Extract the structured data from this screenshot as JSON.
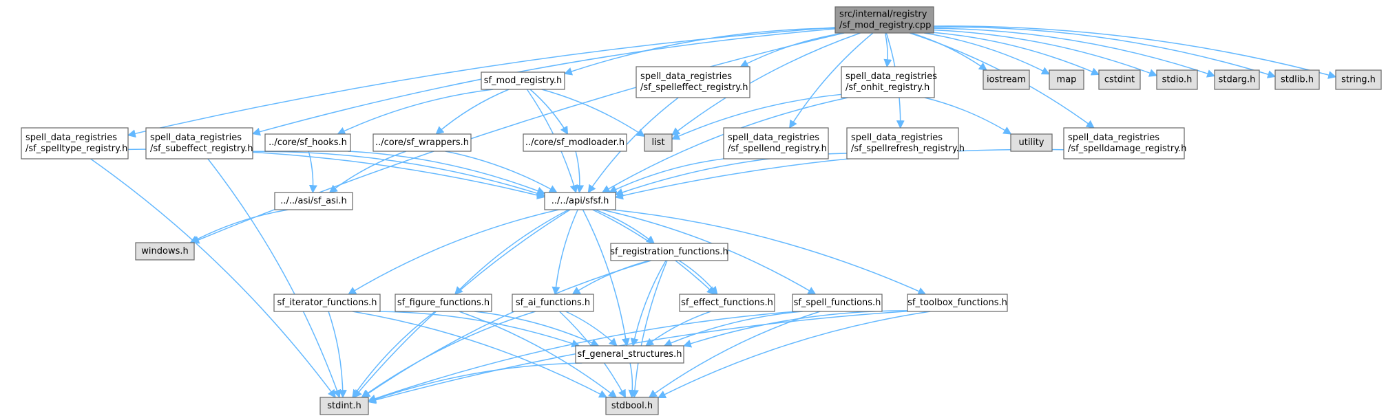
{
  "colors": {
    "edge": "#63b8ff",
    "node_fill": "#ffffff",
    "node_stroke": "#666666",
    "external_fill": "#e0e0e0",
    "external_stroke": "#999999",
    "root_fill": "#999999",
    "root_stroke": "#666666",
    "text": "#000000"
  },
  "nodes": [
    {
      "id": "root",
      "kind": "root",
      "lines": [
        "src/internal/registry",
        "/sf_mod_registry.cpp"
      ]
    },
    {
      "id": "iostream",
      "kind": "external",
      "lines": [
        "iostream"
      ]
    },
    {
      "id": "map",
      "kind": "external",
      "lines": [
        "map"
      ]
    },
    {
      "id": "cstdint",
      "kind": "external",
      "lines": [
        "cstdint"
      ]
    },
    {
      "id": "stdio",
      "kind": "external",
      "lines": [
        "stdio.h"
      ]
    },
    {
      "id": "stdarg",
      "kind": "external",
      "lines": [
        "stdarg.h"
      ]
    },
    {
      "id": "stdlib",
      "kind": "external",
      "lines": [
        "stdlib.h"
      ]
    },
    {
      "id": "string",
      "kind": "external",
      "lines": [
        "string.h"
      ]
    },
    {
      "id": "sf_mod_registry_h",
      "kind": "local",
      "lines": [
        "sf_mod_registry.h"
      ]
    },
    {
      "id": "spelleffect",
      "kind": "local",
      "lines": [
        "spell_data_registries",
        "/sf_spelleffect_registry.h"
      ]
    },
    {
      "id": "onhit",
      "kind": "local",
      "lines": [
        "spell_data_registries",
        "/sf_onhit_registry.h"
      ]
    },
    {
      "id": "spelltype",
      "kind": "local",
      "lines": [
        "spell_data_registries",
        "/sf_spelltype_registry.h"
      ]
    },
    {
      "id": "subeffect",
      "kind": "local",
      "lines": [
        "spell_data_registries",
        "/sf_subeffect_registry.h"
      ]
    },
    {
      "id": "hooks",
      "kind": "local",
      "lines": [
        "../core/sf_hooks.h"
      ]
    },
    {
      "id": "wrappers",
      "kind": "local",
      "lines": [
        "../core/sf_wrappers.h"
      ]
    },
    {
      "id": "modloader",
      "kind": "local",
      "lines": [
        "../core/sf_modloader.h"
      ]
    },
    {
      "id": "list",
      "kind": "external",
      "lines": [
        "list"
      ]
    },
    {
      "id": "spellend",
      "kind": "local",
      "lines": [
        "spell_data_registries",
        "/sf_spellend_registry.h"
      ]
    },
    {
      "id": "spellrefresh",
      "kind": "local",
      "lines": [
        "spell_data_registries",
        "/sf_spellrefresh_registry.h"
      ]
    },
    {
      "id": "utility",
      "kind": "external",
      "lines": [
        "utility"
      ]
    },
    {
      "id": "spelldamage",
      "kind": "local",
      "lines": [
        "spell_data_registries",
        "/sf_spelldamage_registry.h"
      ]
    },
    {
      "id": "sfsf",
      "kind": "local",
      "lines": [
        "../../api/sfsf.h"
      ]
    },
    {
      "id": "asi",
      "kind": "local",
      "lines": [
        "../../asi/sf_asi.h"
      ]
    },
    {
      "id": "windows",
      "kind": "external",
      "lines": [
        "windows.h"
      ]
    },
    {
      "id": "regfuncs",
      "kind": "local",
      "lines": [
        "sf_registration_functions.h"
      ]
    },
    {
      "id": "iterator",
      "kind": "local",
      "lines": [
        "sf_iterator_functions.h"
      ]
    },
    {
      "id": "figure",
      "kind": "local",
      "lines": [
        "sf_figure_functions.h"
      ]
    },
    {
      "id": "ai",
      "kind": "local",
      "lines": [
        "sf_ai_functions.h"
      ]
    },
    {
      "id": "effect",
      "kind": "local",
      "lines": [
        "sf_effect_functions.h"
      ]
    },
    {
      "id": "spellf",
      "kind": "local",
      "lines": [
        "sf_spell_functions.h"
      ]
    },
    {
      "id": "toolbox",
      "kind": "local",
      "lines": [
        "sf_toolbox_functions.h"
      ]
    },
    {
      "id": "general",
      "kind": "local",
      "lines": [
        "sf_general_structures.h"
      ]
    },
    {
      "id": "stdint",
      "kind": "external",
      "lines": [
        "stdint.h"
      ]
    },
    {
      "id": "stdbool",
      "kind": "external",
      "lines": [
        "stdbool.h"
      ]
    }
  ],
  "edges": [
    [
      "root",
      "iostream"
    ],
    [
      "root",
      "map"
    ],
    [
      "root",
      "cstdint"
    ],
    [
      "root",
      "stdio"
    ],
    [
      "root",
      "stdarg"
    ],
    [
      "root",
      "stdlib"
    ],
    [
      "root",
      "string"
    ],
    [
      "root",
      "sf_mod_registry_h"
    ],
    [
      "root",
      "spelleffect"
    ],
    [
      "root",
      "onhit"
    ],
    [
      "root",
      "spelltype"
    ],
    [
      "root",
      "subeffect"
    ],
    [
      "root",
      "list"
    ],
    [
      "root",
      "spellend"
    ],
    [
      "root",
      "spellrefresh"
    ],
    [
      "root",
      "spelldamage"
    ],
    [
      "root",
      "windows"
    ],
    [
      "sf_mod_registry_h",
      "hooks"
    ],
    [
      "sf_mod_registry_h",
      "wrappers"
    ],
    [
      "sf_mod_registry_h",
      "modloader"
    ],
    [
      "sf_mod_registry_h",
      "list"
    ],
    [
      "sf_mod_registry_h",
      "sfsf"
    ],
    [
      "spelleffect",
      "sfsf"
    ],
    [
      "onhit",
      "list"
    ],
    [
      "onhit",
      "utility"
    ],
    [
      "onhit",
      "sfsf"
    ],
    [
      "spelltype",
      "sfsf"
    ],
    [
      "spelltype",
      "stdint"
    ],
    [
      "subeffect",
      "sfsf"
    ],
    [
      "subeffect",
      "stdint"
    ],
    [
      "hooks",
      "asi"
    ],
    [
      "hooks",
      "sfsf"
    ],
    [
      "wrappers",
      "asi"
    ],
    [
      "wrappers",
      "sfsf"
    ],
    [
      "modloader",
      "sfsf"
    ],
    [
      "spellend",
      "sfsf"
    ],
    [
      "spellrefresh",
      "sfsf"
    ],
    [
      "spelldamage",
      "sfsf"
    ],
    [
      "asi",
      "windows"
    ],
    [
      "sfsf",
      "regfuncs"
    ],
    [
      "sfsf",
      "iterator"
    ],
    [
      "sfsf",
      "figure"
    ],
    [
      "sfsf",
      "ai"
    ],
    [
      "sfsf",
      "effect"
    ],
    [
      "sfsf",
      "spellf"
    ],
    [
      "sfsf",
      "toolbox"
    ],
    [
      "sfsf",
      "general"
    ],
    [
      "sfsf",
      "stdint"
    ],
    [
      "regfuncs",
      "ai"
    ],
    [
      "regfuncs",
      "effect"
    ],
    [
      "regfuncs",
      "general"
    ],
    [
      "regfuncs",
      "stdint"
    ],
    [
      "regfuncs",
      "stdbool"
    ],
    [
      "iterator",
      "general"
    ],
    [
      "iterator",
      "stdint"
    ],
    [
      "iterator",
      "stdbool"
    ],
    [
      "figure",
      "general"
    ],
    [
      "figure",
      "stdint"
    ],
    [
      "figure",
      "stdbool"
    ],
    [
      "ai",
      "general"
    ],
    [
      "ai",
      "stdint"
    ],
    [
      "ai",
      "stdbool"
    ],
    [
      "effect",
      "general"
    ],
    [
      "spellf",
      "general"
    ],
    [
      "spellf",
      "stdint"
    ],
    [
      "spellf",
      "stdbool"
    ],
    [
      "toolbox",
      "general"
    ],
    [
      "toolbox",
      "stdint"
    ],
    [
      "toolbox",
      "stdbool"
    ],
    [
      "general",
      "stdint"
    ],
    [
      "general",
      "stdbool"
    ]
  ]
}
